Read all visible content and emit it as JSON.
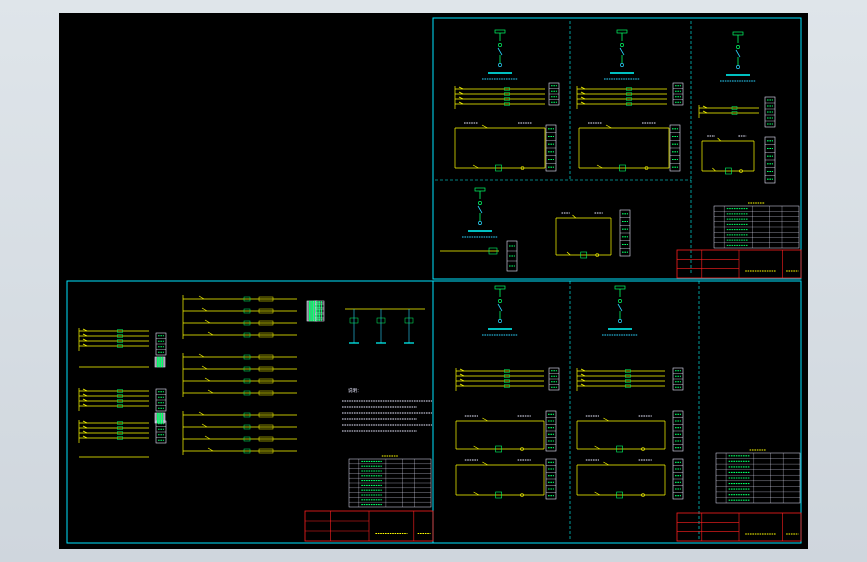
{
  "colors": {
    "background": "#000000",
    "frame": "#00e5ff",
    "wire": "#ffff00",
    "bus": "#00ffff",
    "device": "#00ff66",
    "title_block": "#ff2020",
    "text": "#e8e8ff",
    "accent": "#2ad4ff"
  },
  "icons": [
    "breaker-symbol",
    "fuse-symbol",
    "relay-coil-symbol",
    "contact-symbol",
    "terminal-strip"
  ],
  "sheet_labels": {
    "note_heading": "说明："
  }
}
